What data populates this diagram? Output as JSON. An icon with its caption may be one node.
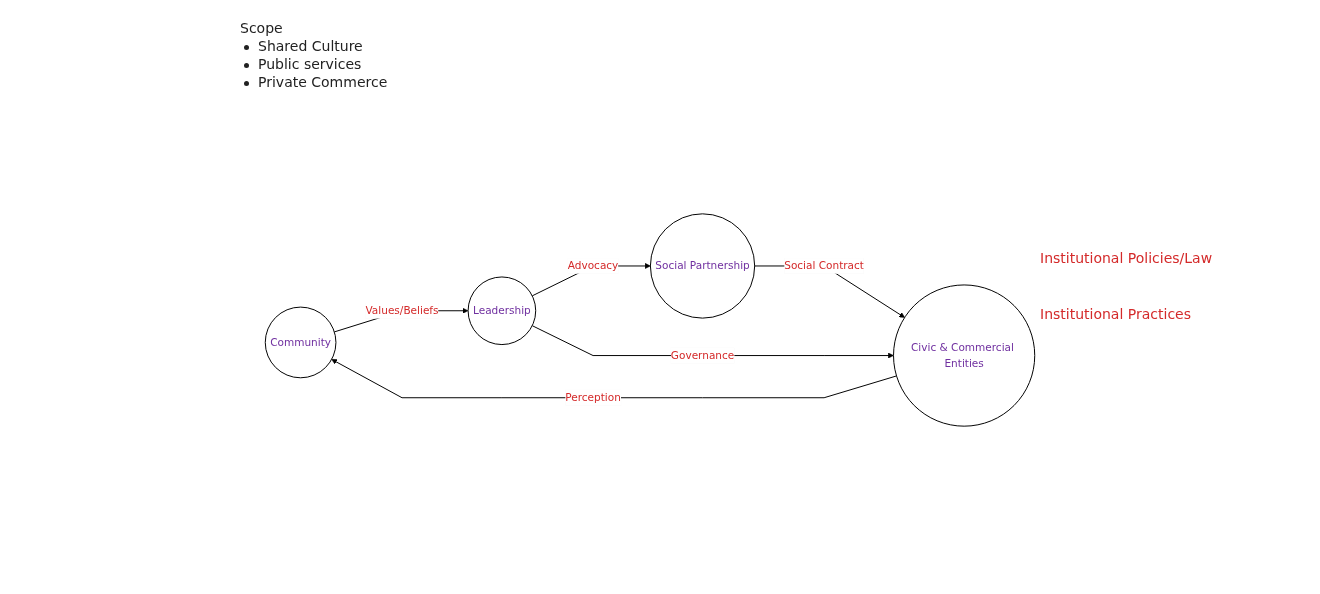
{
  "diagram": {
    "nodes": [
      {
        "text": [
          "Community"
        ]
      },
      {
        "text": [
          "Leadership"
        ]
      },
      {
        "text": [
          "Social Partnership"
        ]
      },
      {
        "text": [
          "Civic & Commercial Entities"
        ]
      }
    ],
    "edges": [
      {
        "from": 0,
        "to": 1,
        "arrow": "to",
        "label": "Values/Beliefs"
      },
      {
        "from": 1,
        "to": 2,
        "arrow": "to",
        "label": "Advocacy"
      },
      {
        "from": 2,
        "to": 3,
        "arrow": "to",
        "label": "Social Contract"
      },
      {
        "from": 1,
        "to": 3,
        "arrow": "to",
        "label": "Governance"
      },
      {
        "from": 3,
        "to": 0,
        "arrow": "to",
        "label": "Perception"
      }
    ],
    "labels": [
      "Scope",
      "Shared Culture",
      "Public services",
      "Private Commerce",
      "Institutional Policies/Law",
      "Institutional Practices"
    ]
  }
}
